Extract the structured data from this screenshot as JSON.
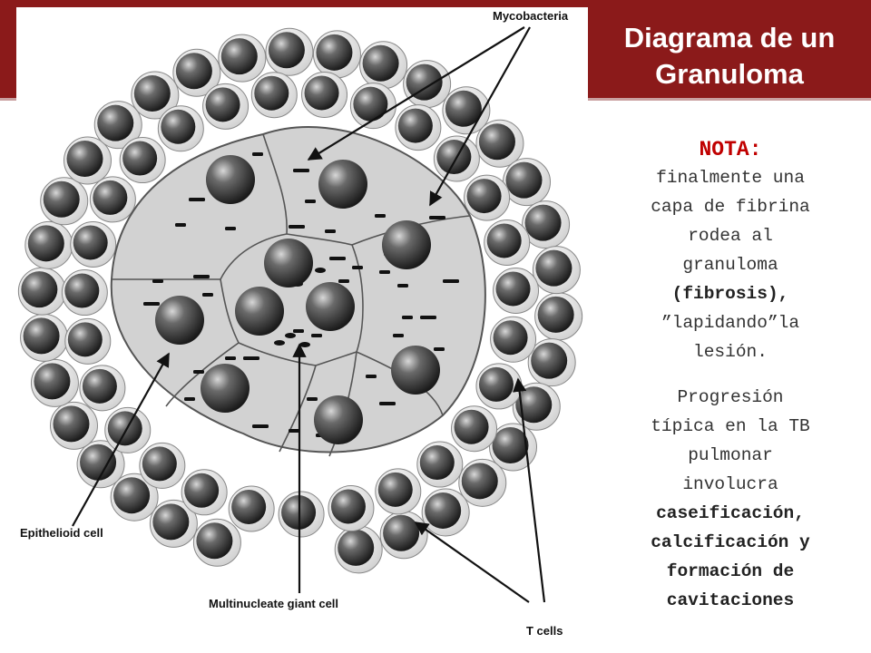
{
  "slide": {
    "title_line1": "Diagrama de un",
    "title_line2": "Granuloma",
    "colors": {
      "band": "#8b1a1a",
      "note_heading": "#c00000",
      "text": "#333333"
    }
  },
  "note": {
    "heading": "NOTA:",
    "lines": [
      "finalmente una",
      "capa de fibrina",
      "rodea al",
      "granuloma"
    ],
    "bold_term": "(fibrosis),",
    "lines_after": [
      "”lapidando”la",
      "lesión."
    ]
  },
  "progression": {
    "lines": [
      "Progresión",
      "típica en la TB",
      "pulmonar",
      "involucra"
    ],
    "bold_lines": [
      "caseificación,",
      "calcificación y",
      "formación de",
      "cavitaciones"
    ]
  },
  "diagram": {
    "labels": {
      "mycobacteria": "Mycobacteria",
      "epithelioid": "Epithelioid cell",
      "giant_cell": "Multinucleate giant cell",
      "t_cells": "T cells"
    }
  }
}
